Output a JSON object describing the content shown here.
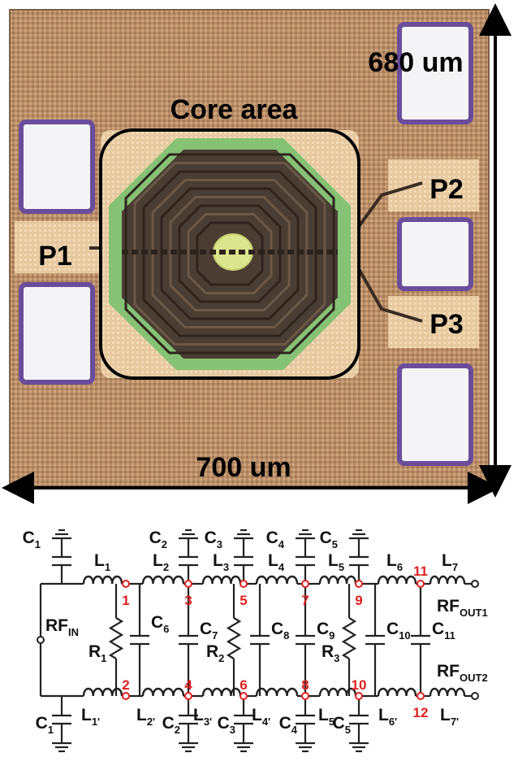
{
  "chip": {
    "dimension_height": "680 um",
    "dimension_width": "700 um",
    "core_label": "Core area",
    "ports": [
      "P1",
      "P2",
      "P3"
    ]
  },
  "schematic": {
    "top_caps": [
      {
        "base": "C",
        "sub": "1"
      },
      {
        "base": "C",
        "sub": "2"
      },
      {
        "base": "C",
        "sub": "3"
      },
      {
        "base": "C",
        "sub": "4"
      },
      {
        "base": "C",
        "sub": "5"
      }
    ],
    "bottom_caps": [
      {
        "base": "C",
        "sub": "1"
      },
      {
        "base": "C",
        "sub": "2"
      },
      {
        "base": "C",
        "sub": "3"
      },
      {
        "base": "C",
        "sub": "4"
      },
      {
        "base": "C",
        "sub": "5"
      }
    ],
    "top_inductors": [
      {
        "base": "L",
        "sub": "1"
      },
      {
        "base": "L",
        "sub": "2"
      },
      {
        "base": "L",
        "sub": "3"
      },
      {
        "base": "L",
        "sub": "4"
      },
      {
        "base": "L",
        "sub": "5"
      },
      {
        "base": "L",
        "sub": "6"
      },
      {
        "base": "L",
        "sub": "7"
      }
    ],
    "bottom_inductors": [
      {
        "base": "L",
        "sub": "1'"
      },
      {
        "base": "L",
        "sub": "2'"
      },
      {
        "base": "L",
        "sub": "3'"
      },
      {
        "base": "L",
        "sub": "4'"
      },
      {
        "base": "L",
        "sub": "5'"
      },
      {
        "base": "L",
        "sub": "6'"
      },
      {
        "base": "L",
        "sub": "7'"
      }
    ],
    "shunt_caps": [
      {
        "base": "C",
        "sub": "6"
      },
      {
        "base": "C",
        "sub": "7"
      },
      {
        "base": "C",
        "sub": "8"
      },
      {
        "base": "C",
        "sub": "9"
      },
      {
        "base": "C",
        "sub": "10"
      },
      {
        "base": "C",
        "sub": "11"
      }
    ],
    "resistors": [
      {
        "base": "R",
        "sub": "1"
      },
      {
        "base": "R",
        "sub": "2"
      },
      {
        "base": "R",
        "sub": "3"
      }
    ],
    "nodes_top": [
      "1",
      "3",
      "5",
      "7",
      "9",
      "11"
    ],
    "nodes_bottom": [
      "2",
      "4",
      "6",
      "8",
      "10",
      "12"
    ],
    "rf_in": {
      "base": "RF",
      "sub": "IN"
    },
    "rf_out1": {
      "base": "RF",
      "sub": "OUT1"
    },
    "rf_out2": {
      "base": "RF",
      "sub": "OUT2"
    }
  }
}
